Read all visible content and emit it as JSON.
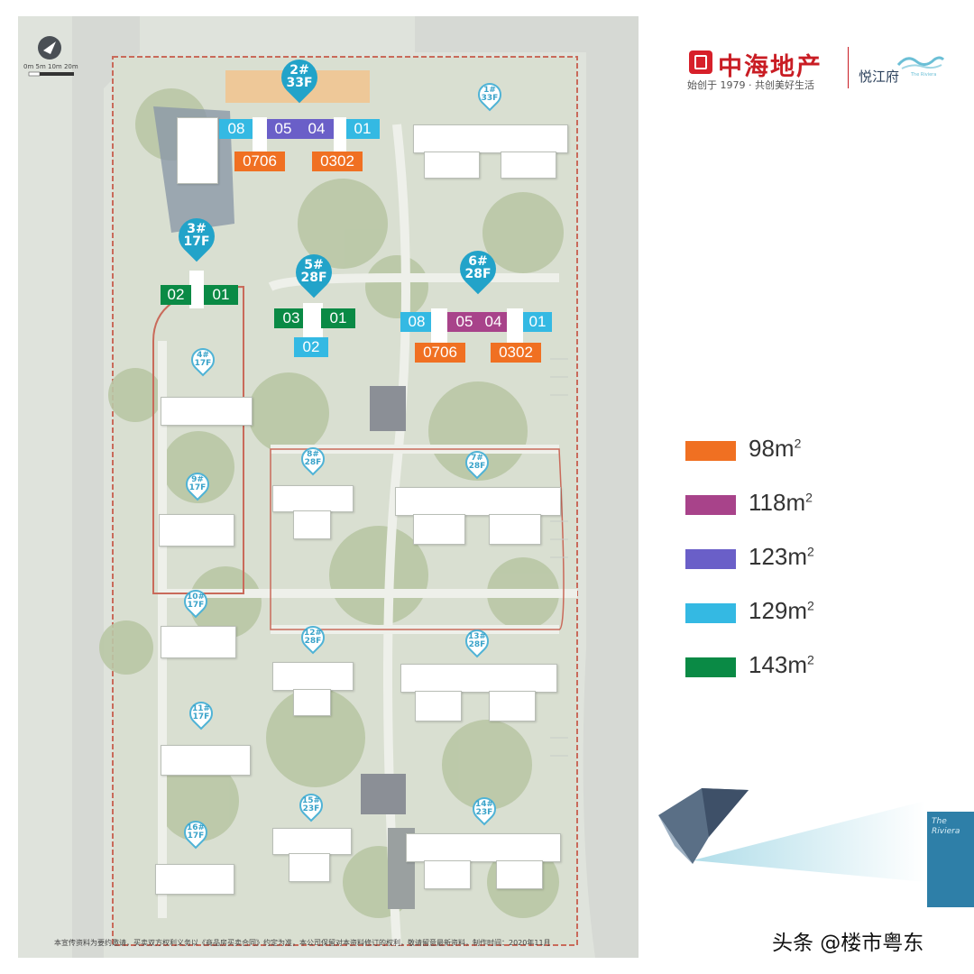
{
  "brand": {
    "company": "中海地产",
    "slogan": "始创于 1979 · 共创美好生活",
    "project": "悦江府",
    "project_en_small": "The Riviera",
    "logo_color": "#d7202a"
  },
  "scale": {
    "text": "0m 5m 10m 20m"
  },
  "buildings": [
    {
      "id": "b2",
      "label": "2#",
      "floors": "33F",
      "style": "big"
    },
    {
      "id": "b1",
      "label": "1#",
      "floors": "33F",
      "style": "small"
    },
    {
      "id": "b3",
      "label": "3#",
      "floors": "17F",
      "style": "big"
    },
    {
      "id": "b5",
      "label": "5#",
      "floors": "28F",
      "style": "big"
    },
    {
      "id": "b6",
      "label": "6#",
      "floors": "28F",
      "style": "big"
    },
    {
      "id": "b4",
      "label": "4#",
      "floors": "17F",
      "style": "small"
    },
    {
      "id": "b8",
      "label": "8#",
      "floors": "28F",
      "style": "small"
    },
    {
      "id": "b7",
      "label": "7#",
      "floors": "28F",
      "style": "small"
    },
    {
      "id": "b9",
      "label": "9#",
      "floors": "17F",
      "style": "small"
    },
    {
      "id": "b10",
      "label": "10#",
      "floors": "17F",
      "style": "small"
    },
    {
      "id": "b12",
      "label": "12#",
      "floors": "28F",
      "style": "small"
    },
    {
      "id": "b13",
      "label": "13#",
      "floors": "28F",
      "style": "small"
    },
    {
      "id": "b11",
      "label": "11#",
      "floors": "17F",
      "style": "small"
    },
    {
      "id": "b15",
      "label": "15#",
      "floors": "23F",
      "style": "small"
    },
    {
      "id": "b14",
      "label": "14#",
      "floors": "23F",
      "style": "small"
    },
    {
      "id": "b16",
      "label": "16#",
      "floors": "17F",
      "style": "small"
    }
  ],
  "units": {
    "b2": {
      "top": [
        "08",
        "05",
        "04",
        "01"
      ],
      "bottom": [
        "0706",
        "0302"
      ]
    },
    "b3": {
      "row": [
        "02",
        "01"
      ]
    },
    "b5": {
      "row": [
        "03",
        "01"
      ],
      "below": "02"
    },
    "b6": {
      "top": [
        "08",
        "05",
        "04",
        "01"
      ],
      "bottom": [
        "0706",
        "0302"
      ]
    }
  },
  "legend": [
    {
      "size": "98m",
      "sup": "2",
      "color": "#f07022"
    },
    {
      "size": "118m",
      "sup": "2",
      "color": "#a8438a"
    },
    {
      "size": "123m",
      "sup": "2",
      "color": "#6a5fc8"
    },
    {
      "size": "129m",
      "sup": "2",
      "color": "#34b9e3"
    },
    {
      "size": "143m",
      "sup": "2",
      "color": "#0a8a45"
    }
  ],
  "disclaimer": "本宣传资料为要约邀请，买卖双方权利义务以《商品房买卖合同》约定为准，本公司保留对本资料修订的权利，敬请留意最新资料，制作时间：2020年11月",
  "watermark": "头条 @楼市粤东",
  "book_title": "The Riviera"
}
